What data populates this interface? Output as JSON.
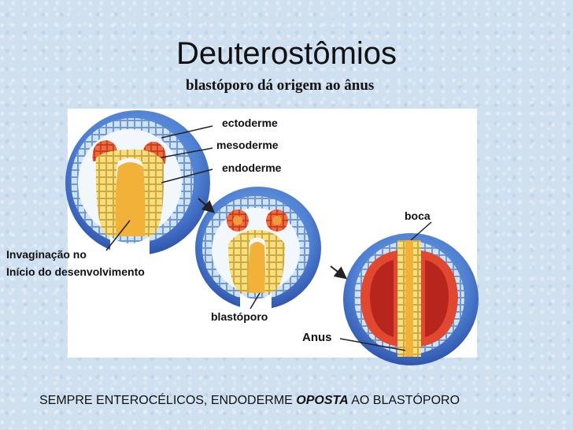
{
  "title": "Deuterostômios",
  "subtitle": "blastóporo dá origem ao ânus",
  "labels": {
    "ectoderme": "ectoderme",
    "mesoderme": "mesoderme",
    "endoderme": "endoderme",
    "boca": "boca",
    "invaginacao_line1": "Invaginação no",
    "invaginacao_line2": "Início do desenvolvimento",
    "blastoporo": "blastóporo",
    "anus": "Anus"
  },
  "footer": {
    "part1": "SEMPRE ENTEROCÉLICOS, ENDODERME ",
    "emphasis": "OPOSTA",
    "part2": " AO BLASTÓPORO"
  },
  "colors": {
    "ectoderm_blue": "#5b8fd8",
    "ectoderm_dark": "#3a5fb8",
    "cell_blue": "#aecdee",
    "mesoderm_red": "#e2482f",
    "mesoderm_orange": "#f39a3b",
    "endoderm_yellow": "#f7d86a",
    "cavity_orange": "#f2b23a"
  }
}
